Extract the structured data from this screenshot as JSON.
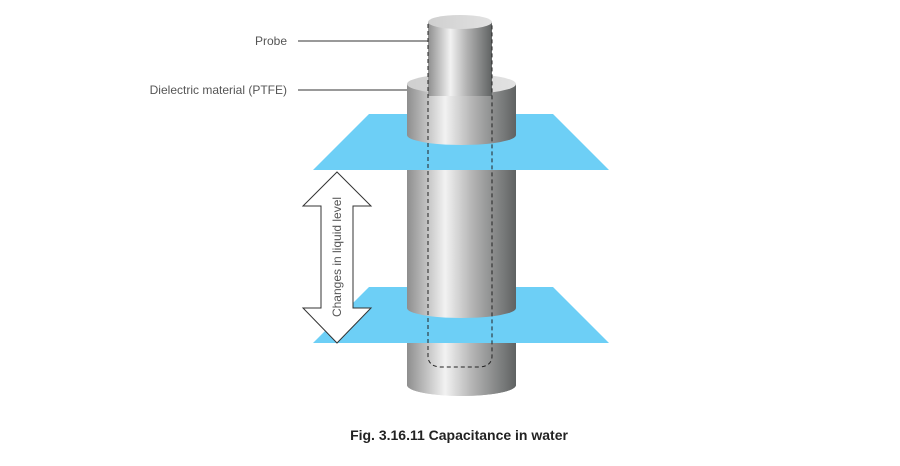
{
  "figure": {
    "caption": "Fig. 3.16.11 Capacitance in water",
    "labels": {
      "probe": "Probe",
      "dielectric": "Dielectric material (PTFE)",
      "arrow": "Changes in liquid level"
    },
    "colors": {
      "water": "#6dcff6",
      "label_text": "#555555",
      "caption_text": "#222222",
      "leader_line": "#333333"
    }
  }
}
